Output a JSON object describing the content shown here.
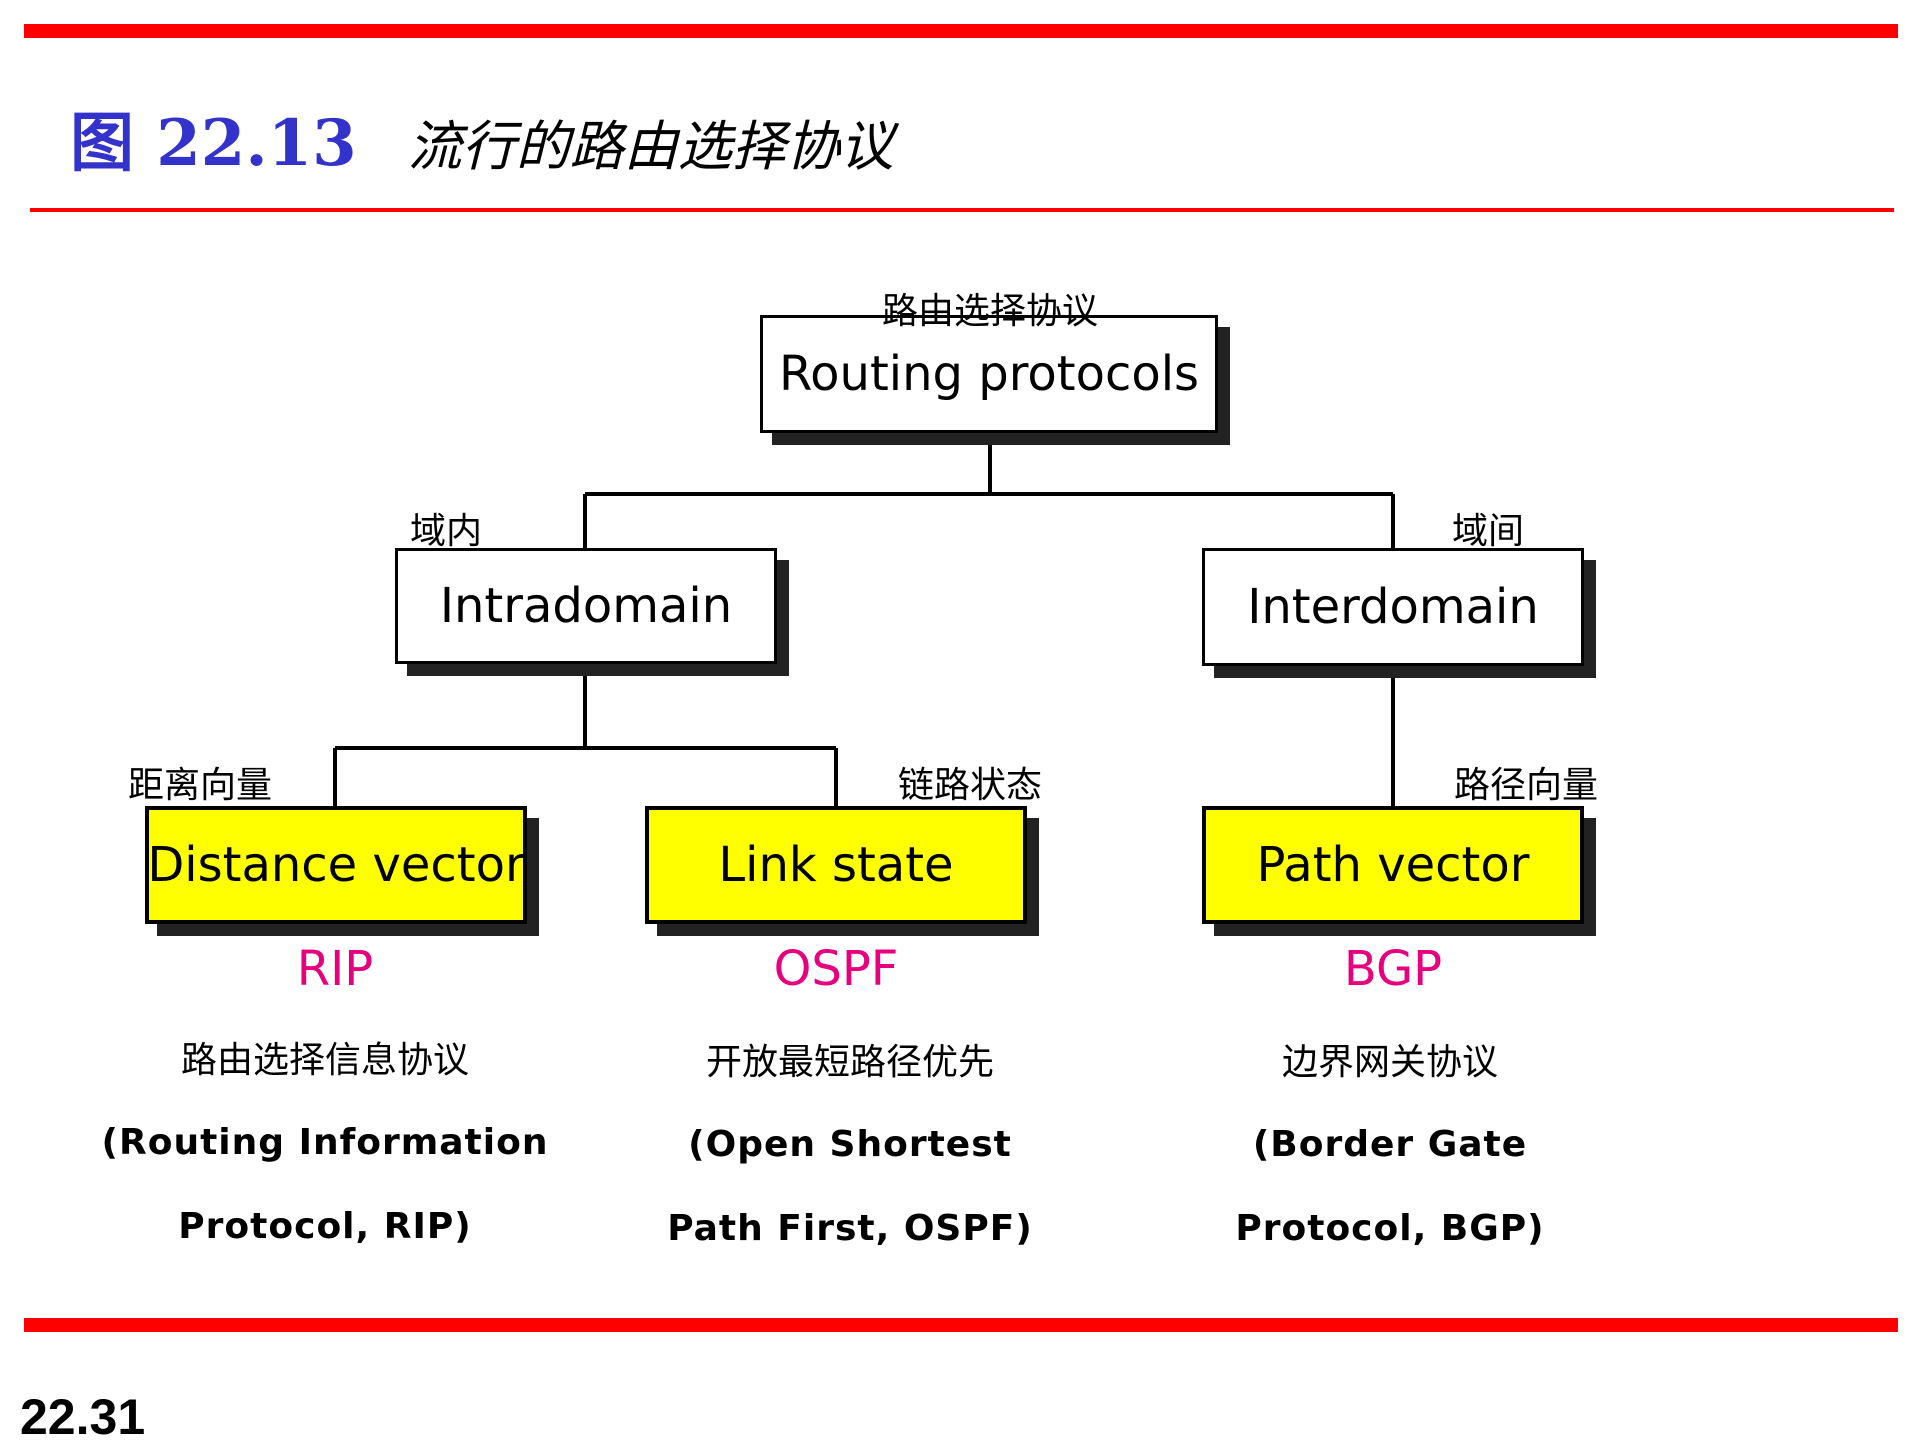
{
  "colors": {
    "rule": "#ff0000",
    "title_number": "#3333cc",
    "leaf_fill": "#ffff00",
    "acronym": "#e6007e",
    "shadow": "#222222"
  },
  "heading": {
    "figure_number": "图 22.13",
    "title": "流行的路由选择协议"
  },
  "diagram": {
    "root": {
      "label": "Routing protocols",
      "caption": "路由选择协议"
    },
    "intradomain": {
      "label": "Intradomain",
      "caption": "域内"
    },
    "interdomain": {
      "label": "Interdomain",
      "caption": "域间"
    },
    "leaves": [
      {
        "label": "Distance vector",
        "caption": "距离向量",
        "acronym": "RIP",
        "desc_zh": "路由选择信息协议",
        "desc_en_1": "(Routing Information",
        "desc_en_2": "Protocol, RIP)"
      },
      {
        "label": "Link state",
        "caption": "链路状态",
        "acronym": "OSPF",
        "desc_zh": "开放最短路径优先",
        "desc_en_1": "(Open Shortest",
        "desc_en_2": "Path First, OSPF)"
      },
      {
        "label": "Path vector",
        "caption": "路径向量",
        "acronym": "BGP",
        "desc_zh": "边界网关协议",
        "desc_en_1": "(Border Gate",
        "desc_en_2": "Protocol, BGP)"
      }
    ]
  },
  "footer": {
    "page_number": "22.31"
  }
}
